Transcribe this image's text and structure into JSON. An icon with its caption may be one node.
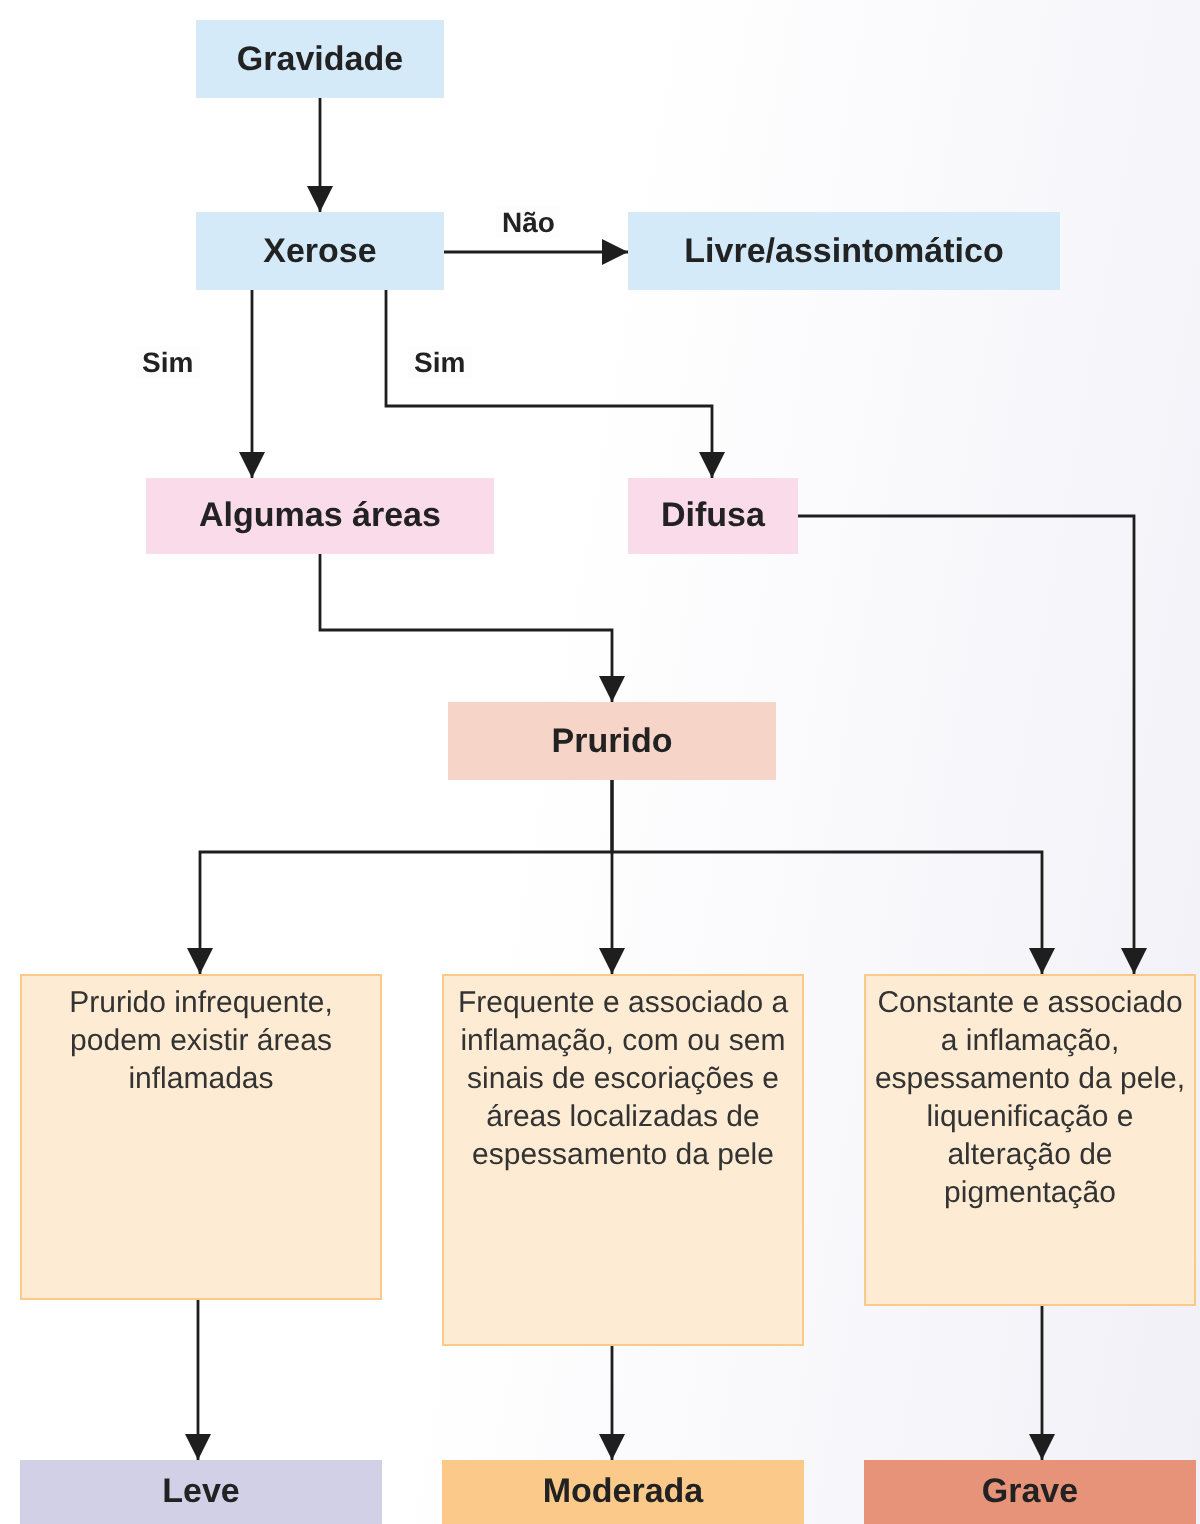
{
  "diagram": {
    "nodes": [
      {
        "text": [
          "Gravidade"
        ]
      },
      {
        "text": [
          "Xerose"
        ]
      },
      {
        "text": [
          "Livre/assintomático"
        ]
      },
      {
        "text": [
          "Algumas áreas"
        ]
      },
      {
        "text": [
          "Difusa"
        ]
      },
      {
        "text": [
          "Prurido"
        ]
      },
      {
        "text": [
          "Prurido infrequente, podem existir áreas inflamadas"
        ]
      },
      {
        "text": [
          "Frequente e associado a inflamação, com ou sem sinais de escoriações e áreas localizadas de espessamento da pele"
        ]
      },
      {
        "text": [
          "Constante e associado a inflamação, espessamento da pele, liquenificação e alteração de pigmentação"
        ]
      },
      {
        "text": [
          "Leve"
        ]
      },
      {
        "text": [
          "Moderada"
        ]
      },
      {
        "text": [
          "Grave"
        ]
      }
    ],
    "edges": [
      {
        "from": 0,
        "to": 1,
        "arrow": "to"
      },
      {
        "from": 1,
        "to": 2,
        "arrow": "to",
        "label": "Não"
      },
      {
        "from": 1,
        "to": 3,
        "arrow": "to",
        "label": "Sim"
      },
      {
        "from": 1,
        "to": 4,
        "arrow": "to",
        "label": "Sim"
      },
      {
        "from": 3,
        "to": 5,
        "arrow": "to"
      },
      {
        "from": 4,
        "to": 8,
        "arrow": "to"
      },
      {
        "from": 5,
        "to": 6,
        "arrow": "to"
      },
      {
        "from": 5,
        "to": 7,
        "arrow": "to"
      },
      {
        "from": 5,
        "to": 8,
        "arrow": "to"
      },
      {
        "from": 6,
        "to": 9,
        "arrow": "to"
      },
      {
        "from": 7,
        "to": 10,
        "arrow": "to"
      },
      {
        "from": 8,
        "to": 11,
        "arrow": "to"
      }
    ]
  }
}
